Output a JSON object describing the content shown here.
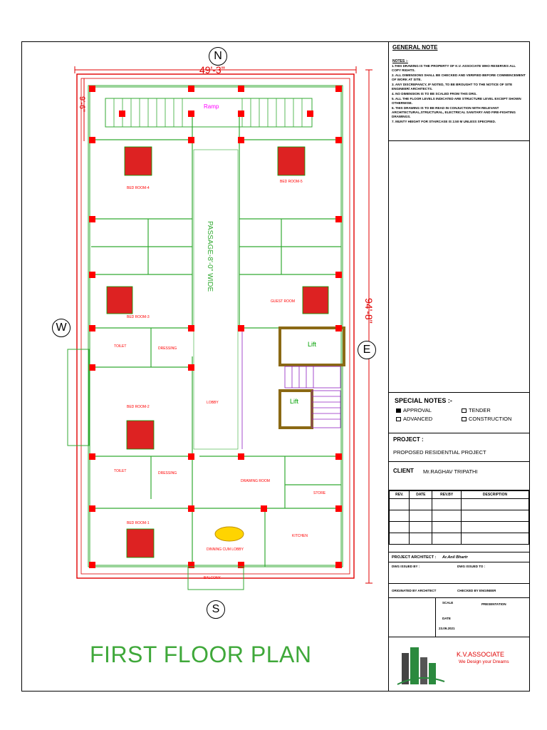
{
  "plan": {
    "title": "FIRST  FLOOR PLAN",
    "dims": {
      "width": "49'-3\"",
      "depth": "94'-8\"",
      "left_top": "9'-6\""
    },
    "compass": {
      "north": "N",
      "south": "S",
      "east": "E",
      "west": "W"
    },
    "rooms": {
      "ramp": "Ramp",
      "bed4": "BED ROOM-4",
      "bed5": "BED ROOM-5",
      "bed3": "BED ROOM-3",
      "guest": "GUEST ROOM",
      "passage": "PASSAGE-8'-0\" WIDE",
      "toilet": "TOILET",
      "dressing": "DRESSING",
      "lift": "Lift",
      "bed2": "BED ROOM-2",
      "lobby": "LOBBY",
      "drawing": "DRAWING  ROOM",
      "store": "STORE",
      "bed1": "BED ROOM-1",
      "dining": "DINNING CUM LOBBY",
      "kitchen": "KITCHEN",
      "balcony": "BALCONY"
    },
    "colors": {
      "wall": "#ff0000",
      "furniture": "#00a000",
      "outer": "#e00000",
      "title": "#3fa83a",
      "lift": "#8b6914",
      "stair": "#9020c0",
      "dining": "#ffd400"
    }
  },
  "general_note": {
    "title": "GENERAL NOTE",
    "notes_head": "NOTES :-",
    "items": [
      "1.THIS DRAWING IS THE PROPERTY OF K.V. ASSOCIATE WHO RESERVES ALL COPY RIGHTS.",
      "2. ALL DIMENSIONS SHALL BE CHECKED AND VERIFIED BEFORE COMMENCEMENT OF WORK AT SITE.",
      "3. ANY DISCREPANCY, IF NOTED, TO BE BROUGHT TO THE NOTICE OF SITE ENGINEER/ ARCHITECTS.",
      "4. NO DIMENSION IS TO BE SCALED FROM THIS DRG.",
      "5. ALL THE FLOOR LEVELS INDICATED ARE STRUCTURE LEVEL EXCEPT SHOWN OTHERWISE.",
      "6. THIS DRAWING IS TO BE READ IN CONJUCTION WITH RELEVANT ARCHITECTURAL,STRUCTURAL, ELECTRICAL SANITARY AND FIRE-FIGHTING DRAWINGS.",
      "7. MUNTY HEIGHT FOR STAIRCASE IS 2.50 M UNLESS SPECIFIED."
    ]
  },
  "special_notes": {
    "title": "SPECIAL NOTES :-",
    "options": [
      {
        "label": "APPROVAL",
        "checked": true
      },
      {
        "label": "TENDER",
        "checked": false
      },
      {
        "label": "ADVANCED",
        "checked": false
      },
      {
        "label": "CONSTRUCTION",
        "checked": false
      }
    ]
  },
  "project": {
    "label": "PROJECT :",
    "name": "PROPOSED RESIDENTIAL PROJECT",
    "client_label": "CLIENT",
    "client_name": "Mr.RAGHAV TRIPATHI"
  },
  "revisions": {
    "headers": [
      "REV.",
      "DATE",
      "REV.BY",
      "DESCRIPTION"
    ],
    "rows": 4
  },
  "architect": {
    "label": "PROJECT ARCHITECT :",
    "name": "Ar.Anil Bhartr",
    "dwg_by": "DWG ISSUED BY :",
    "dwg_to": "DWG ISSUED TO :",
    "originated": "ORIGINATED BY ARCHITECT",
    "checked": "CHECKED BY ENGINEER"
  },
  "sheet": {
    "scale_label": "SCALE",
    "presentation": "PRESENTATION",
    "date_label": "DATE",
    "date": "23.09.2021"
  },
  "firm": {
    "name": "K.V.ASSOCIATE",
    "tagline": "We Design your Dreams"
  }
}
